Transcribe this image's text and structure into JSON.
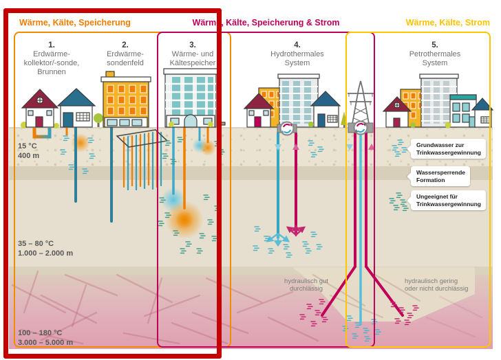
{
  "headers": [
    {
      "label": "Wärme, Kälte, Speicherung",
      "color": "#ef7d00"
    },
    {
      "label": "Wärme, Kälte, Speicherung & Strom",
      "color": "#be0059"
    },
    {
      "label": "Wärme, Kälte, Strom",
      "color": "#fcc200"
    }
  ],
  "systems": [
    {
      "number": "1.",
      "lines": [
        "Erdwärme-",
        "kollektor/-sonde,",
        "Brunnen"
      ]
    },
    {
      "number": "2.",
      "lines": [
        "Erdwärme-",
        "sondenfeld"
      ]
    },
    {
      "number": "3.",
      "lines": [
        "Wärme- und",
        "Kältespeicher"
      ]
    },
    {
      "number": "4.",
      "lines": [
        "Hydrothermales",
        "System"
      ]
    },
    {
      "number": "5.",
      "lines": [
        "Petrothermales",
        "System"
      ]
    }
  ],
  "depth_labels": [
    {
      "temp": "15 °C",
      "depth": "400 m"
    },
    {
      "temp": "35 – 80 °C",
      "depth": "1.000 – 2.000 m"
    },
    {
      "temp": "100 – 180 °C",
      "depth": "3.000 – 5.000 m"
    }
  ],
  "legend": [
    {
      "lines": [
        "Grundwasser zur",
        "Trinkwassergewinnung"
      ]
    },
    {
      "lines": [
        "Wassersperrende",
        "Formation"
      ]
    },
    {
      "lines": [
        "Ungeeignet für",
        "Trinkwassergewinnung"
      ]
    }
  ],
  "annotations": [
    {
      "lines": [
        "hydraulisch gut",
        "durchlässig"
      ]
    },
    {
      "lines": [
        "hydraulisch gering",
        "oder nicht durchlässig"
      ]
    }
  ],
  "colors": {
    "orange": "#ef7d00",
    "magenta": "#be0059",
    "yellow": "#fcc200",
    "teal_pipe": "#35a6c2",
    "highlight_red": "#c40000"
  }
}
